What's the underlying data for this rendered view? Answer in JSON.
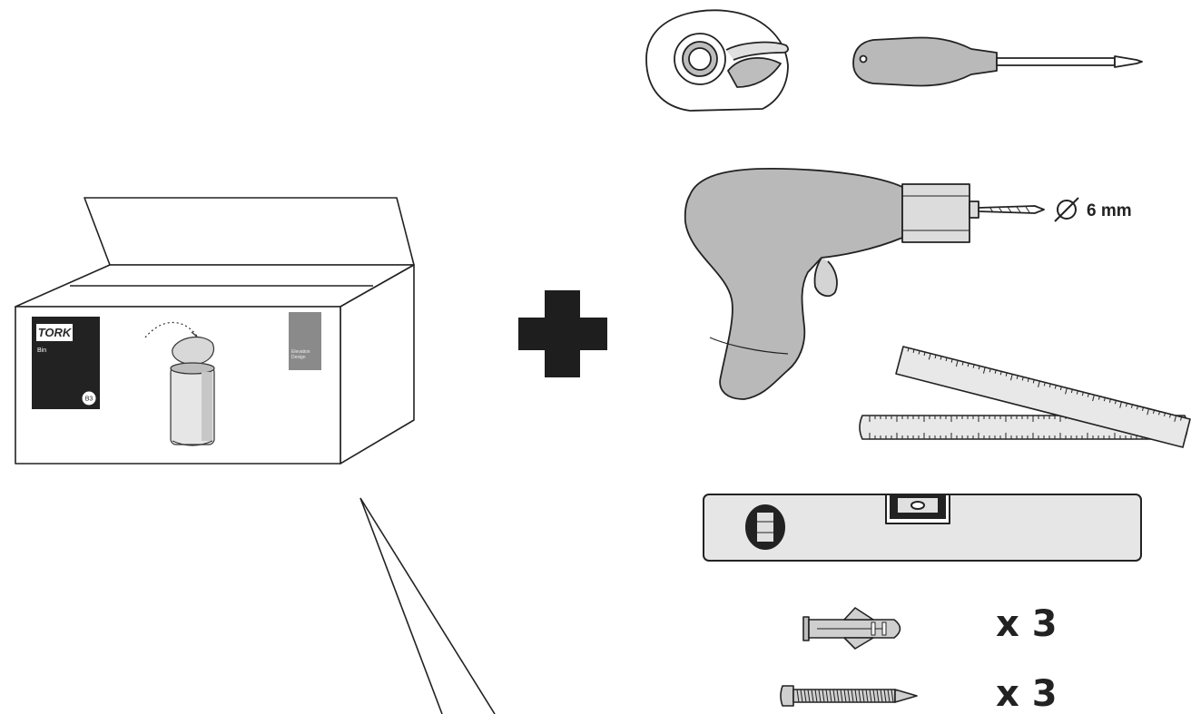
{
  "colors": {
    "outline": "#222222",
    "tool_fill": "#b9b9b9",
    "tool_fill_light": "#dcdcdc",
    "panel_dark": "#222222",
    "panel_grey": "#8a8a8a",
    "plus": "#1e1e1e"
  },
  "box": {
    "brand": "TORK",
    "product": "Bin",
    "badge": "B3",
    "side_line1": "Elevation",
    "side_line2": "Design"
  },
  "tools": {
    "drill_bit_label": "6 mm",
    "drill_bit_symbol": "diameter-icon",
    "wall_plug_quantity": "x 3",
    "screw_quantity": "x 3"
  },
  "icons": [
    "tape-dispenser-icon",
    "screwdriver-icon",
    "power-drill-icon",
    "folding-ruler-icon",
    "spirit-level-icon",
    "wall-plug-icon",
    "screw-icon",
    "plus-icon",
    "pencil-icon",
    "shipping-box-icon"
  ]
}
